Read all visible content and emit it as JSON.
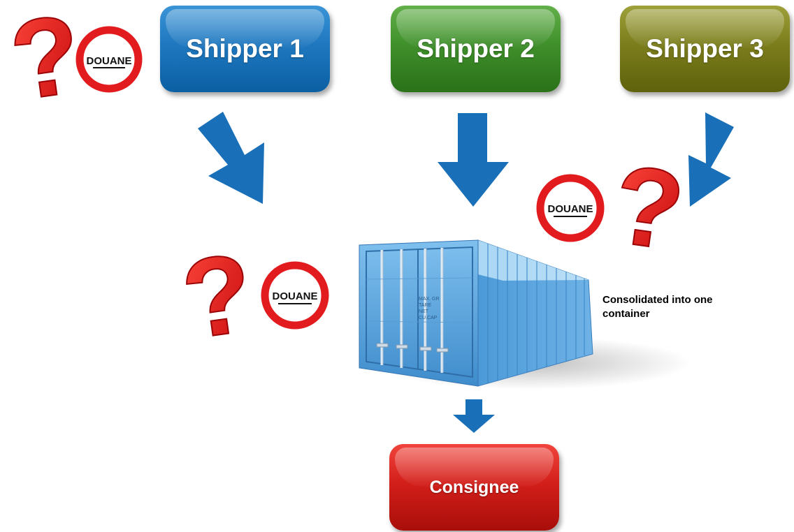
{
  "shippers": [
    {
      "label": "Shipper 1",
      "color": "#1f78bf"
    },
    {
      "label": "Shipper 2",
      "color": "#3f8f2b"
    },
    {
      "label": "Shipper 3",
      "color": "#7b7d1c"
    }
  ],
  "consignee": {
    "label": "Consignee",
    "color": "#d31f1a"
  },
  "caption": "Consolidated into one container",
  "customs_sign_text": "DOUANE",
  "question_mark": "?",
  "container_markings": [
    "MAX. GR",
    "TARE",
    "NET",
    "CU.CAP"
  ],
  "colors": {
    "arrow": "#1a70b8",
    "question_mark": "#e8191c",
    "sign_ring": "#e21b1e",
    "container": "#4f9fdc"
  }
}
